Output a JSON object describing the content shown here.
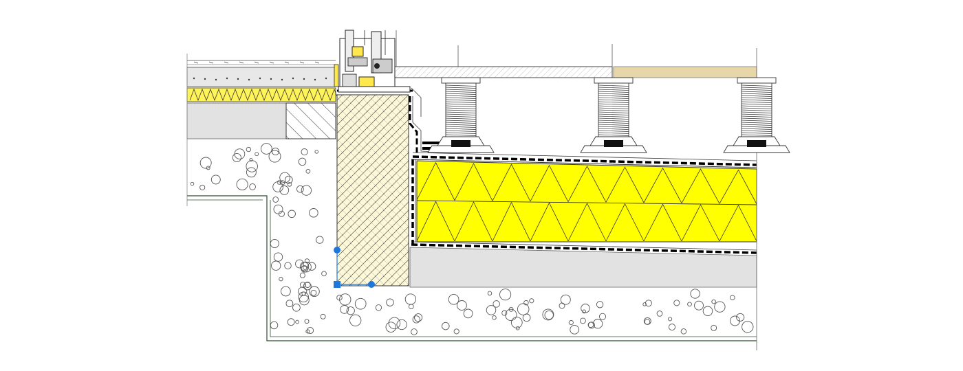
{
  "drawing": {
    "view": "cad-section-detail",
    "colors": {
      "background": "#ffffff",
      "insulation": "#ffff00",
      "upper_insulation": "#fff35a",
      "concrete": "#ffffff",
      "screed": "#e2e2e2",
      "edge_block": "#fcf8d8",
      "deck_board": "#e6d6a8",
      "deck_board_hatched": "#f2f2f2",
      "line": "#222222",
      "dark_green_line": "#2f4a2f",
      "grip": "#1e78dc",
      "membrane": "#000000"
    },
    "icons": {
      "grip_square": "blue-square-grip",
      "grip_circle": "blue-circle-grip",
      "pedestal": "adjustable-pedestal",
      "window_frame": "window-profile"
    }
  }
}
